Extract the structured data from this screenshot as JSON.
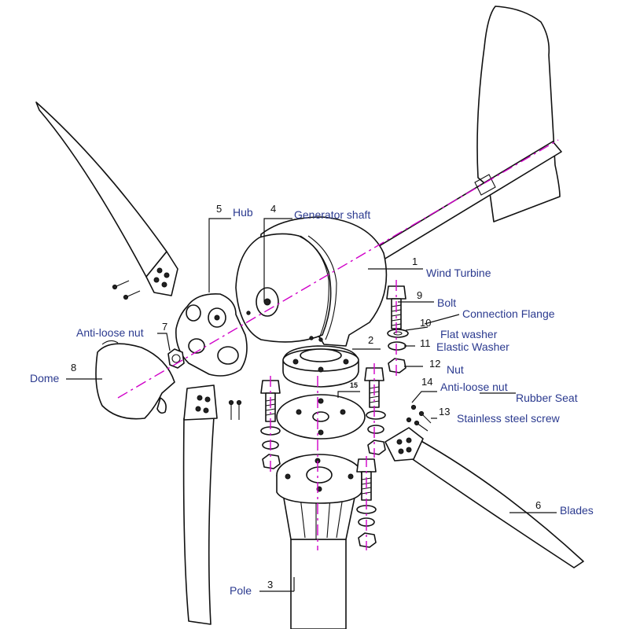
{
  "colors": {
    "label": "#2b3a8f",
    "axis": "#d000c8",
    "line": "#111111"
  },
  "parts": [
    {
      "num": "1",
      "name": "Wind Turbine"
    },
    {
      "num": "2",
      "name": "Connection Flange"
    },
    {
      "num": "3",
      "name": "Pole"
    },
    {
      "num": "4",
      "name": "Generator shaft"
    },
    {
      "num": "5",
      "name": "Hub"
    },
    {
      "num": "6",
      "name": "Blades"
    },
    {
      "num": "7",
      "name": "Anti-loose nut"
    },
    {
      "num": "8",
      "name": "Dome"
    },
    {
      "num": "9",
      "name": "Bolt"
    },
    {
      "num": "10",
      "name": "Flat washer"
    },
    {
      "num": "11",
      "name": "Elastic Washer"
    },
    {
      "num": "12",
      "name": "Nut"
    },
    {
      "num": "13",
      "name": "Stainless steel screw"
    },
    {
      "num": "14",
      "name": "Anti-loose nut"
    },
    {
      "num": "15",
      "name": "Rubber Seat"
    }
  ]
}
